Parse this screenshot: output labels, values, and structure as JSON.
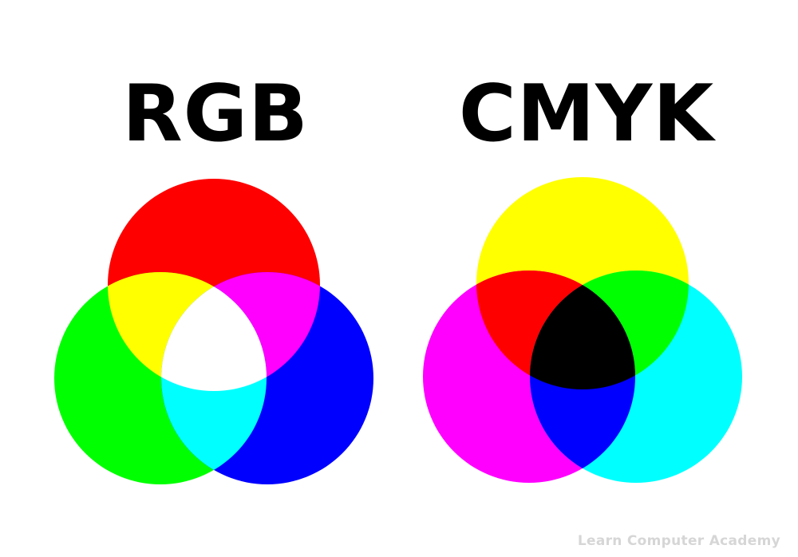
{
  "rgb": {
    "title": "RGB",
    "colors": {
      "top": "#ff0000",
      "left": "#00ff00",
      "right": "#0000ff",
      "top_left": "#ffff00",
      "top_right": "#ff00ff",
      "left_right": "#00ffff",
      "center": "#ffffff"
    }
  },
  "cmyk": {
    "title": "CMYK",
    "colors": {
      "top": "#ffff00",
      "left": "#ff00ff",
      "right": "#00ffff",
      "top_left": "#ff0000",
      "top_right": "#00ff00",
      "left_right": "#0000ff",
      "center": "#000000"
    }
  },
  "watermark": "Learn Computer Academy"
}
